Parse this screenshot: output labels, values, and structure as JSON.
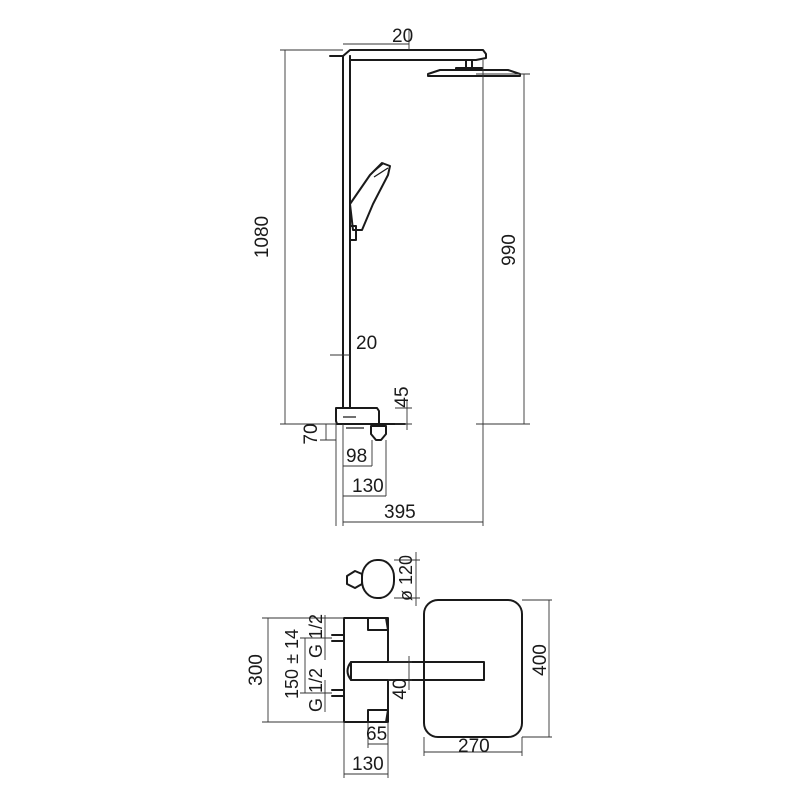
{
  "dimensions": {
    "arm_projection": "20",
    "total_height": "1080",
    "head_height": "990",
    "bar_offset": "20",
    "valve_height": "45",
    "valve_depth": "70",
    "outlet_depth": "98",
    "valve_projection": "130",
    "total_projection": "395",
    "hand_shower_diameter": "ø 120",
    "inlet_thread_top": "G 1/2",
    "inlet_thread_bottom": "G 1/2",
    "inlet_centers": "150 ± 14",
    "valve_body_height": "300",
    "head_height_plan": "400",
    "bar_width": "40",
    "valve_offset": "65",
    "valve_width_plan": "130",
    "head_width": "270"
  }
}
